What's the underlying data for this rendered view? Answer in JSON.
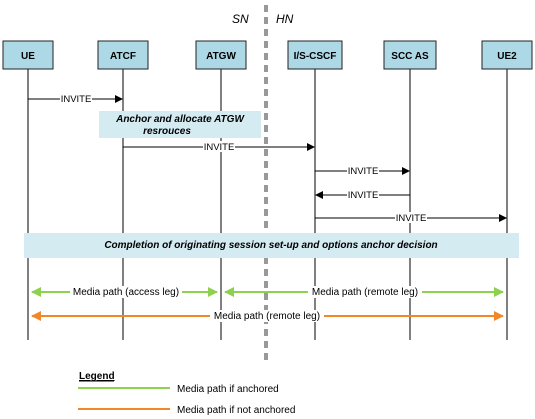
{
  "domains": {
    "left": "SN",
    "right": "HN"
  },
  "entities": [
    {
      "id": "ue",
      "label": "UE"
    },
    {
      "id": "atcf",
      "label": "ATCF"
    },
    {
      "id": "atgw",
      "label": "ATGW"
    },
    {
      "id": "iscscf",
      "label": "I/S-CSCF"
    },
    {
      "id": "sccas",
      "label": "SCC AS"
    },
    {
      "id": "ue2",
      "label": "UE2"
    }
  ],
  "messages": [
    {
      "label": "INVITE"
    },
    {
      "label": "INVITE"
    },
    {
      "label": "INVITE"
    },
    {
      "label": "INVITE"
    },
    {
      "label": "INVITE"
    }
  ],
  "notes": {
    "anchor_line1": "Anchor and allocate ATGW",
    "anchor_line2": "resrouces",
    "completion": "Completion of originating session set-up and options anchor decision"
  },
  "media": {
    "access": "Media path (access leg)",
    "remote_anchored": "Media path (remote leg)",
    "remote_not_anchored": "Media path (remote leg)"
  },
  "legend": {
    "title": "Legend",
    "anchored": "Media path if anchored",
    "not_anchored": "Media path if not anchored"
  },
  "colors": {
    "entity_fill": "#add8e6",
    "note_fill": "#d4ebf2",
    "anchored_path": "#8ed14f",
    "not_anchored_path": "#f0882a",
    "divider": "#999999"
  }
}
